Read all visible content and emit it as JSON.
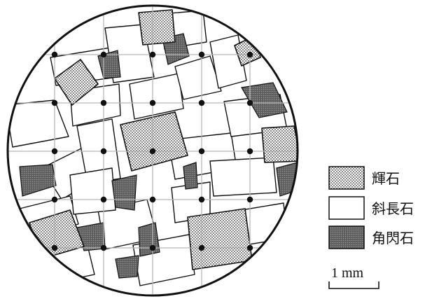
{
  "legend": {
    "items": [
      {
        "label": "輝石",
        "pattern": "dotted"
      },
      {
        "label": "斜長石",
        "pattern": "white"
      },
      {
        "label": "角閃石",
        "pattern": "dark-dotted"
      }
    ]
  },
  "scale_bar": {
    "label": "1 mm"
  },
  "colors": {
    "ink": "#111111",
    "grid": "#c8c8c8",
    "dark_mineral": "#6a6a6a"
  }
}
